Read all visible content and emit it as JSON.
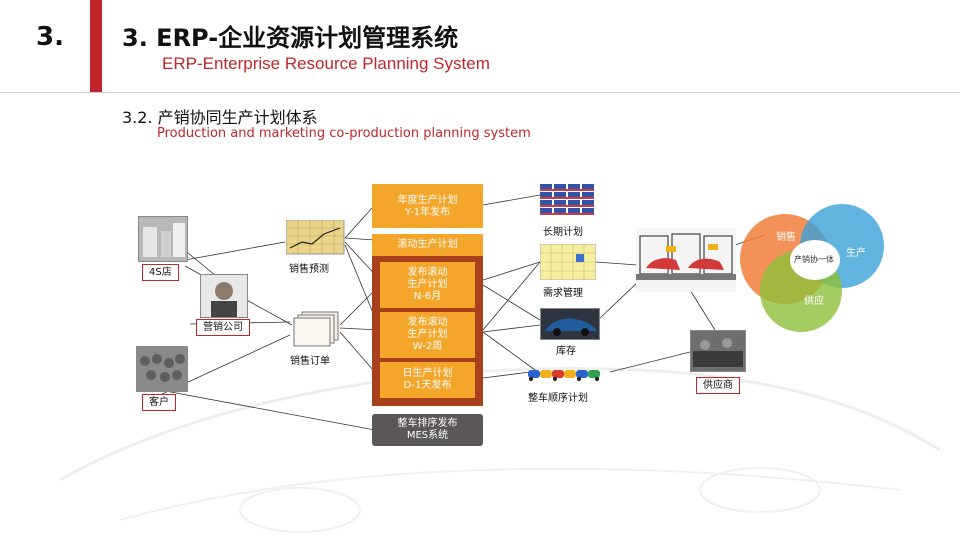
{
  "header": {
    "section_number": "3.",
    "title": "3. ERP-企业资源计划管理系统",
    "subtitle": "ERP-Enterprise Resource Planning System"
  },
  "section": {
    "title": "3.2. 产销协同生产计划体系",
    "subtitle": "Production and marketing co-production planning system"
  },
  "diagram": {
    "center": {
      "annual_plan": {
        "line1": "年度生产计划",
        "line2": "Y-1年发布"
      },
      "rolling_header": "滚动生产计划",
      "rolling_monthly": {
        "line1": "发布滚动",
        "line2": "生产计划",
        "line3": "N-6月"
      },
      "rolling_weekly": {
        "line1": "发布滚动",
        "line2": "生产计划",
        "line3": "W-2周"
      },
      "daily_plan": {
        "line1": "日生产计划",
        "line2": "D-1天发布"
      },
      "mes": {
        "line1": "整车排序发布",
        "line2": "MES系统"
      }
    },
    "left": {
      "sales_forecast": "销售预测",
      "sales_order": "销售订单",
      "dealer": "4S店",
      "sales_company": "营销公司",
      "customer": "客户"
    },
    "right": {
      "long_term": "长期计划",
      "demand_mgmt": "需求管理",
      "inventory": "库存",
      "sequence_plan": "整车顺序计划",
      "supplier": "供应商"
    },
    "venn": {
      "sales": "销售",
      "production": "生产",
      "supply": "供应",
      "center": "产销协一体"
    }
  },
  "colors": {
    "accent_red": "#c0262b",
    "orange": "#f4a62a",
    "brown": "#a8401c",
    "grey": "#5b5657",
    "venn_orange": "#f07f3c",
    "venn_green": "#8fbf3a",
    "venn_blue": "#3aa0d8"
  }
}
